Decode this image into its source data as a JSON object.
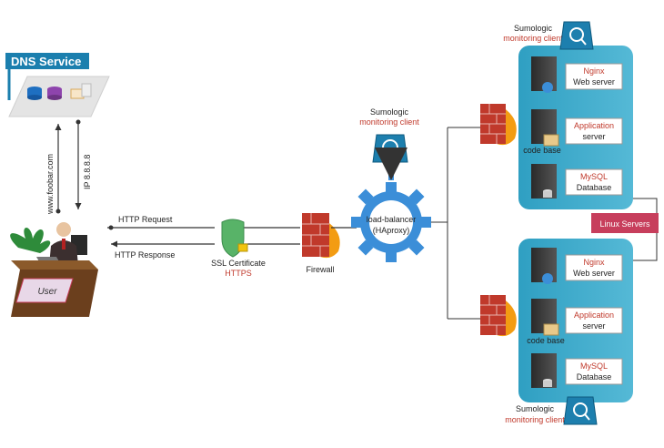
{
  "dns": {
    "title": "DNS Service"
  },
  "user": {
    "label": "User",
    "request_domain": "www.foobar.com",
    "resolved_ip": "IP 8.8.8.8"
  },
  "http": {
    "request": "HTTP Request",
    "response": "HTTP Response"
  },
  "ssl": {
    "line1": "SSL Certificate",
    "line2": "HTTPS"
  },
  "firewall": {
    "label": "Firewall"
  },
  "load_balancer": {
    "line1": "load-balancer",
    "line2": "(HAproxy)"
  },
  "sumologic": {
    "line1": "Sumologic",
    "line2": "monitoring client"
  },
  "linux_servers": "Linux Servers",
  "server_groups": [
    {
      "nginx": {
        "line1": "Nginx",
        "line2": "Web server"
      },
      "app": {
        "line1": "Application",
        "line2": "server"
      },
      "code_base": "code base",
      "db": {
        "line1": "MySQL",
        "line2": "Database"
      }
    },
    {
      "nginx": {
        "line1": "Nginx",
        "line2": "Web server"
      },
      "app": {
        "line1": "Application",
        "line2": "server"
      },
      "code_base": "code base",
      "db": {
        "line1": "MySQL",
        "line2": "Database"
      }
    }
  ],
  "colors": {
    "accent_text": "#c0392b",
    "cluster_fill": "#3aa9c9",
    "dns_tag": "#1b7fae",
    "linux_tag": "#c73e5c",
    "firewall_red": "#c0392b",
    "flame": "#f39c12",
    "shield": "#58b368",
    "gear": "#3b8ed8"
  }
}
